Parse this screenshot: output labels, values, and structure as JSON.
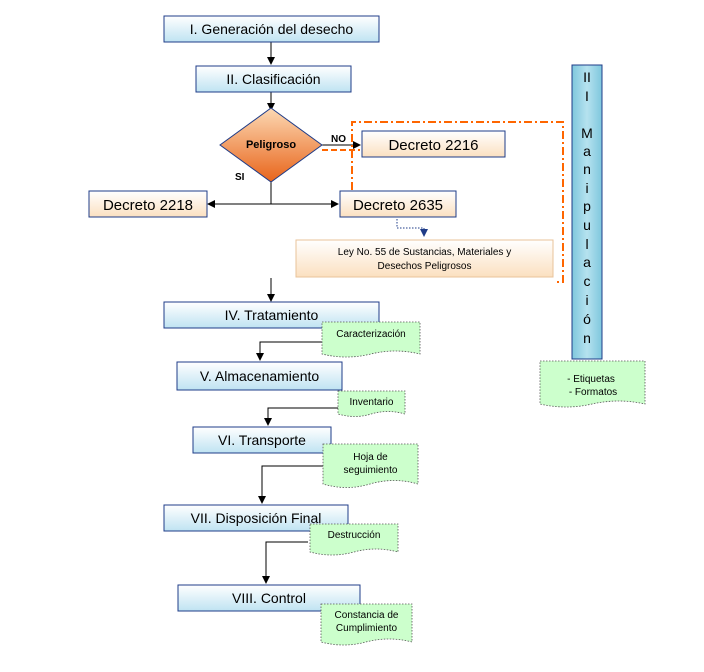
{
  "stages": {
    "generacion": "I. Generación del desecho",
    "clasificacion": "II.  Clasificación",
    "manipulacion": [
      "II",
      "I",
      "M",
      "a",
      "n",
      "i",
      "p",
      "u",
      "l",
      "a",
      "c",
      "i",
      "ó",
      "n"
    ],
    "tratamiento": "IV.  Tratamiento",
    "almacenamiento": "V. Almacenamiento",
    "transporte": "VI.  Transporte",
    "disposicion": "VII.  Disposición Final",
    "control": "VIII.  Control"
  },
  "decision": {
    "label": "Peligroso",
    "no": "NO",
    "si": "SI"
  },
  "decrees": {
    "d2216": "Decreto 2216",
    "d2218": "Decreto 2218",
    "d2635": "Decreto 2635"
  },
  "law": {
    "line1": "Ley No.  55  de Sustancias, Materiales y",
    "line2": "Desechos Peligrosos"
  },
  "documents": {
    "caracterizacion": "Caracterización",
    "inventario": "Inventario",
    "hoja_line1": "Hoja de",
    "hoja_line2": "seguimiento",
    "destruccion": "Destrucción",
    "constancia_line1": "Constancia de",
    "constancia_line2": "Cumplimiento",
    "etiquetas": "- Etiquetas",
    "formatos": "- Formatos"
  },
  "colors": {
    "box_border": "#1f3c88",
    "box_top": "#ffffff",
    "box_bottom": "#bfe3f2",
    "doc_fill": "#ccffcc",
    "decision_top": "#fcd9b4",
    "decision_bottom": "#e8641a",
    "dash_orange": "#ff6600",
    "manip_fill": "#8fd0e2",
    "law_fill": "#fdebd3"
  }
}
